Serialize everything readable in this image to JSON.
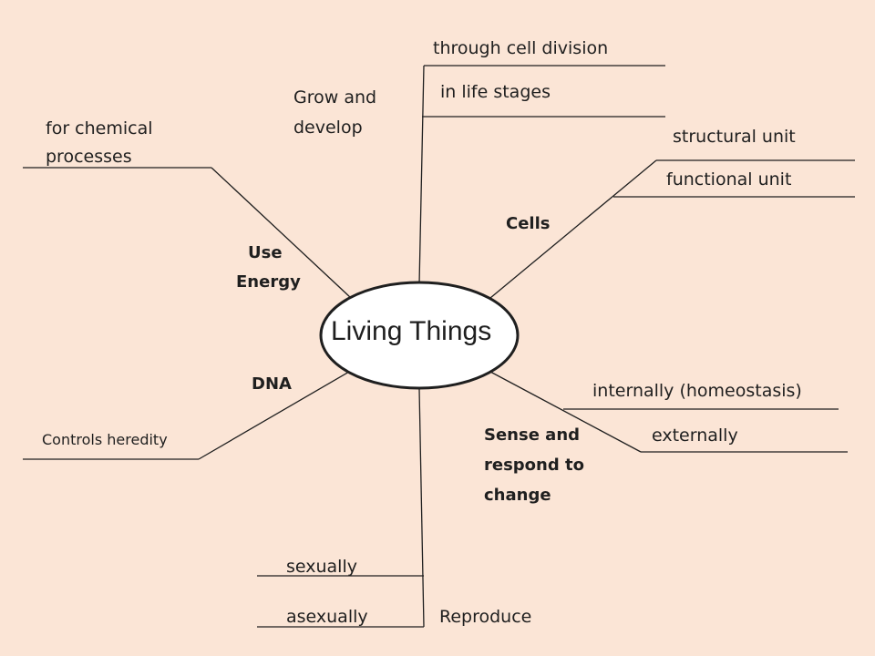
{
  "center": {
    "label": "Living Things"
  },
  "branches": {
    "grow": {
      "label_line1": "Grow and",
      "label_line2": "develop",
      "details": [
        "through cell division",
        "in life stages"
      ]
    },
    "cells": {
      "label": "Cells",
      "details": [
        "structural unit",
        "functional unit"
      ]
    },
    "energy": {
      "label_line1": "Use",
      "label_line2": "Energy",
      "details_line1": "for chemical",
      "details_line2": "processes"
    },
    "dna": {
      "label": "DNA",
      "details": [
        "Controls heredity"
      ]
    },
    "sense": {
      "label_line1": "Sense and",
      "label_line2": "respond to",
      "label_line3": "change",
      "details": [
        "internally (homeostasis)",
        "externally"
      ]
    },
    "reproduce": {
      "label": "Reproduce",
      "details": [
        "sexually",
        "asexually"
      ]
    }
  },
  "colors": {
    "background": "#fbe5d6",
    "line": "#1f1f1f",
    "ellipse_fill": "#ffffff"
  }
}
